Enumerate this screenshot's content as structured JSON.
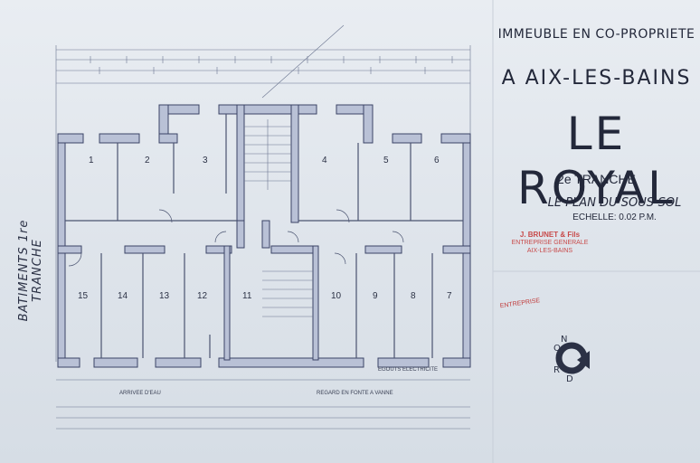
{
  "title_block": {
    "line1": "IMMEUBLE EN CO-PROPRIETE",
    "line2": "A AIX-LES-BAINS",
    "name": "LE ROYAL",
    "tranche": "2e TRANCHE",
    "plan": "LE PLAN DU SOUS-SOL",
    "scale": "ECHELLE: 0.02 P.M."
  },
  "stamp": {
    "line1": "J. BRUNET & Fils",
    "line2": "ENTREPRISE GENERALE",
    "line3": "AIX-LES-BAINS",
    "prefix": "ENTREPRISE"
  },
  "side_label": "BATIMENTS 1re TRANCHE",
  "rooms_top": [
    "1",
    "2",
    "3",
    "4",
    "5",
    "6"
  ],
  "rooms_bottom": [
    "15",
    "14",
    "13",
    "12",
    "11",
    "10",
    "9",
    "8",
    "7"
  ],
  "notes": {
    "compteurs": "ARRIVEE D'EAU",
    "regard": "REGARD EN FONTE A VANNE",
    "egout": "EGOUTS ELECTRICITE"
  },
  "compass": {
    "letters": [
      "N",
      "O",
      "R",
      "D"
    ]
  },
  "colors": {
    "ink": "#2b3145",
    "wall_fill": "#b9c1d6",
    "wall_stroke": "#3b4466",
    "stamp_red": "#c84a4a"
  }
}
